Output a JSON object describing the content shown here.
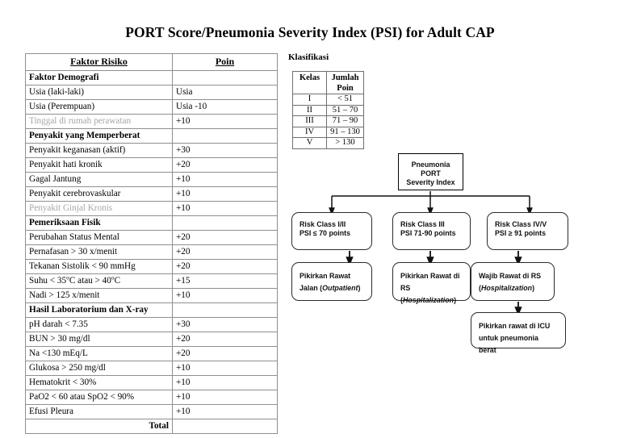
{
  "title": "PORT Score/Pneumonia Severity Index (PSI) for Adult CAP",
  "risk_table": {
    "headers": [
      "Faktor Risiko",
      "Poin"
    ],
    "rows": [
      {
        "factor": "Faktor Demografi",
        "points": "",
        "style": "section"
      },
      {
        "factor": "Usia (laki-laki)",
        "points": "Usia",
        "style": "normal"
      },
      {
        "factor": "Usia (Perempuan)",
        "points": "Usia -10",
        "style": "normal"
      },
      {
        "factor": "Tinggal di rumah perawatan",
        "points": "+10",
        "style": "faded"
      },
      {
        "factor": "Penyakit yang Memperberat",
        "points": "",
        "style": "section"
      },
      {
        "factor": "Penyakit keganasan (aktif)",
        "points": "+30",
        "style": "normal"
      },
      {
        "factor": "Penyakit hati kronik",
        "points": "+20",
        "style": "normal"
      },
      {
        "factor": "Gagal Jantung",
        "points": "+10",
        "style": "normal"
      },
      {
        "factor": "Penyakit cerebrovaskular",
        "points": "+10",
        "style": "normal"
      },
      {
        "factor": "Penyakit Ginjal Kronis",
        "points": "+10",
        "style": "faded"
      },
      {
        "factor": "Pemeriksaan Fisik",
        "points": "",
        "style": "section"
      },
      {
        "factor": "Perubahan Status Mental",
        "points": "+20",
        "style": "normal"
      },
      {
        "factor": "Pernafasan > 30 x/menit",
        "points": "+20",
        "style": "normal"
      },
      {
        "factor": "Tekanan Sistolik < 90 mmHg",
        "points": "+20",
        "style": "normal"
      },
      {
        "factor": "Suhu < 35°C atau > 40°C",
        "points": "+15",
        "style": "temp"
      },
      {
        "factor": "Nadi > 125 x/menit",
        "points": "+10",
        "style": "normal"
      },
      {
        "factor": "Hasil Laboratorium dan X-ray",
        "points": "",
        "style": "section"
      },
      {
        "factor": "pH darah < 7.35",
        "points": "+30",
        "style": "normal"
      },
      {
        "factor": "BUN > 30 mg/dl",
        "points": "+20",
        "style": "normal"
      },
      {
        "factor": "Na <130 mEq/L",
        "points": "+20",
        "style": "normal"
      },
      {
        "factor": "Glukosa > 250 mg/dl",
        "points": "+10",
        "style": "normal"
      },
      {
        "factor": "Hematokrit < 30%",
        "points": "+10",
        "style": "normal"
      },
      {
        "factor": "PaO2 < 60 atau SpO2 < 90%",
        "points": "+10",
        "style": "normal"
      },
      {
        "factor": "Efusi Pleura",
        "points": "+10",
        "style": "normal"
      },
      {
        "factor": "Total",
        "points": "",
        "style": "total"
      }
    ]
  },
  "klasifikasi": {
    "label": "Klasifikasi",
    "headers": [
      "Kelas",
      "Jumlah Poin"
    ],
    "header_line1": "Jumlah",
    "header_line2": "Poin",
    "rows": [
      {
        "kelas": "I",
        "poin": "< 51"
      },
      {
        "kelas": "II",
        "poin": "51 – 70"
      },
      {
        "kelas": "III",
        "poin": "71 – 90"
      },
      {
        "kelas": "IV",
        "poin": "91 – 130"
      },
      {
        "kelas": "V",
        "poin": "> 130"
      }
    ]
  },
  "flowchart": {
    "root": {
      "line1": "Pneumonia",
      "line2": "PORT",
      "line3": "Severity Index"
    },
    "risk_classes": [
      {
        "line1": "Risk Class I/II",
        "line2": "PSI ≤ 70 points"
      },
      {
        "line1": "Risk Class III",
        "line2": "PSI 71-90 points"
      },
      {
        "line1": "Risk Class IV/V",
        "line2": "PSI ≥ 91 points"
      }
    ],
    "treatments": [
      {
        "line1": "Pikirkan Rawat",
        "line2_plain": "Jalan (",
        "line2_em": "Outpatient",
        "line2_tail": ")"
      },
      {
        "line1": "Pikirkan Rawat di",
        "line2_plain": "RS (",
        "line2_em": "Hospitalization",
        "line2_tail": ")"
      },
      {
        "line1": "Wajib Rawat di RS",
        "line2_plain": "(",
        "line2_em": "Hospitalization",
        "line2_tail": ")"
      }
    ],
    "icu": {
      "line1": "Pikirkan rawat di ICU",
      "line2": "untuk pneumonia berat"
    }
  }
}
